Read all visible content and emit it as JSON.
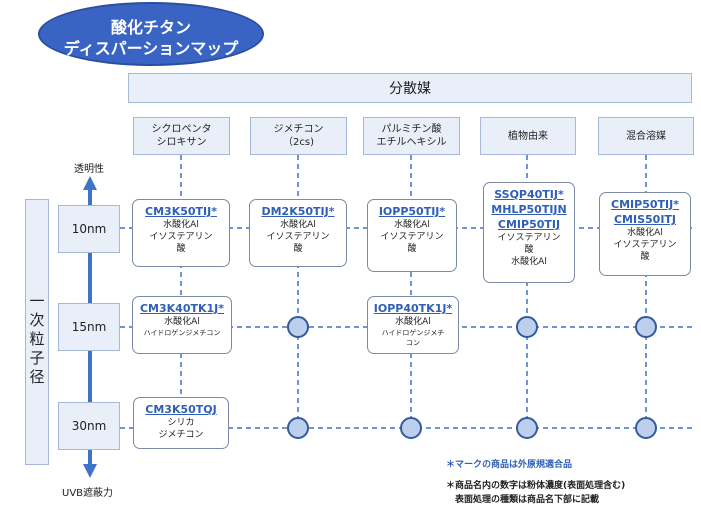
{
  "title": {
    "line1": "酸化チタン",
    "line2": "ディスパーションマップ"
  },
  "header": {
    "main": "分散媒",
    "columns": [
      {
        "line1": "シクロペンタ",
        "line2": "シロキサン"
      },
      {
        "line1": "ジメチコン",
        "line2": "（2cs)"
      },
      {
        "line1": "パルミチン酸",
        "line2": "エチルヘキシル"
      },
      {
        "line1": "植物由来",
        "line2": ""
      },
      {
        "line1": "混合溶媒",
        "line2": ""
      }
    ]
  },
  "axis": {
    "top_label": "透明性",
    "bottom_label": "UVB遮蔽力",
    "vertical_title": "一次粒子径",
    "sizes": [
      "10nm",
      "15nm",
      "30nm"
    ]
  },
  "products": [
    {
      "name": "CM3K50TIJ*",
      "lines": [
        "水酸化Al",
        "イソステアリン",
        "酸"
      ]
    },
    {
      "name": "DM2K50TIJ*",
      "lines": [
        "水酸化Al",
        "イソステアリン",
        "酸"
      ]
    },
    {
      "name": "IOPP50TIJ*",
      "lines": [
        "水酸化Al",
        "イソステアリン",
        "酸"
      ]
    },
    {
      "name_lines": [
        "SSQP40TIJ*",
        "MHLP50TIJN",
        "CMIP50TIJ"
      ],
      "lines": [
        "イソステアリン",
        "酸",
        "水酸化Al"
      ]
    },
    {
      "name_lines": [
        "CMIP50TIJ*",
        "CMIS50ITJ"
      ],
      "lines": [
        "水酸化Al",
        "イソステアリン",
        "酸"
      ]
    },
    {
      "name": "CM3K40TK1J*",
      "lines": [
        "水酸化Al",
        "ハイドロゲンジメチコン"
      ]
    },
    {
      "name": "IOPP40TK1J*",
      "lines": [
        "水酸化Al",
        "ハイドロゲンジメチ",
        "コン"
      ]
    },
    {
      "name": "CM3K50TQJ",
      "lines": [
        "シリカ",
        "ジメチコン"
      ]
    }
  ],
  "notes": {
    "note1": "＊マークの商品は外原規適合品",
    "note2_line1": "＊商品名内の数字は粉体濃度(表面処理含む)",
    "note2_line2": "表面処理の種類は商品名下部に記載"
  },
  "colors": {
    "title_fill": "#3a64c4",
    "header_fill": "#e9eff8",
    "accent_line": "#3f73c8",
    "product_name": "#2f5fb6",
    "circle_fill": "#bcd0ee"
  }
}
